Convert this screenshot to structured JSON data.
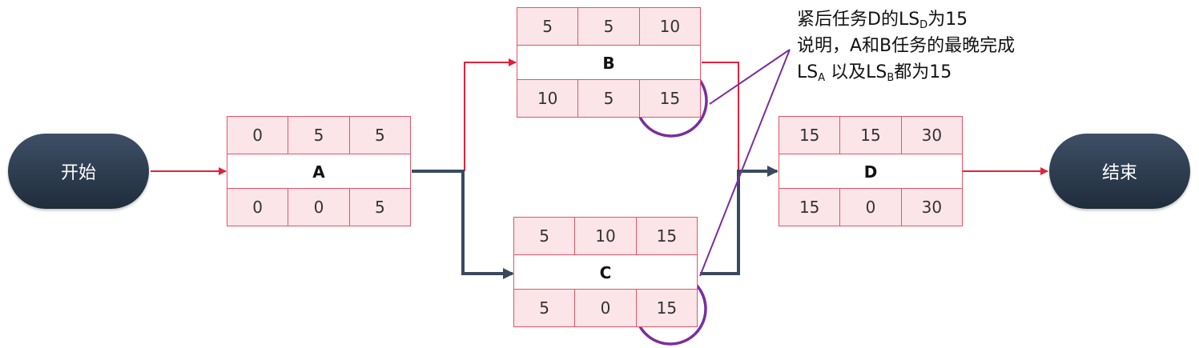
{
  "start": {
    "label": "开始"
  },
  "end": {
    "label": "结束"
  },
  "tasks": {
    "A": {
      "name": "A",
      "top": [
        "0",
        "5",
        "5"
      ],
      "bottom": [
        "0",
        "0",
        "5"
      ]
    },
    "B": {
      "name": "B",
      "top": [
        "5",
        "5",
        "10"
      ],
      "bottom": [
        "10",
        "5",
        "15"
      ]
    },
    "C": {
      "name": "C",
      "top": [
        "5",
        "10",
        "15"
      ],
      "bottom": [
        "5",
        "0",
        "15"
      ]
    },
    "D": {
      "name": "D",
      "top": [
        "15",
        "15",
        "30"
      ],
      "bottom": [
        "15",
        "0",
        "30"
      ]
    }
  },
  "annotation": {
    "line1_a": "紧后任务D的LS",
    "line1_sub": "D",
    "line1_b": "为15",
    "line2": "说明，A和B任务的最晚完成",
    "line3_a": "LS",
    "line3_sub_a": "A",
    "line3_b": " 以及LS",
    "line3_sub_b": "B",
    "line3_c": "都为15"
  },
  "colors": {
    "red_arrow": "#e0223d",
    "dark_arrow": "#3a4a5e",
    "highlight_circle": "#7a2f9c",
    "cell_fill": "#fbe5e8",
    "cell_border": "#e3546a"
  }
}
